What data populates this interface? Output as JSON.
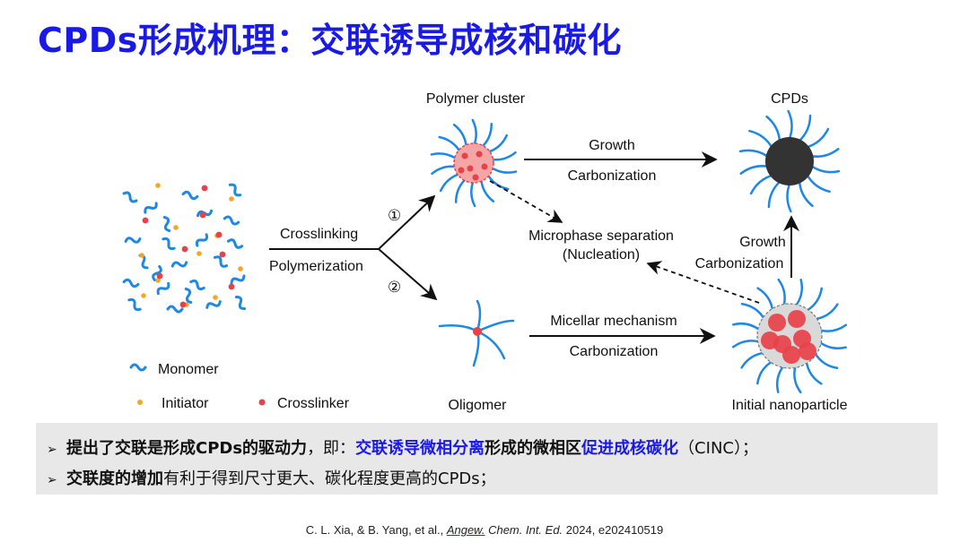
{
  "title": "CPDs形成机理：交联诱导成核和碳化",
  "diagram": {
    "labels": {
      "polymer_cluster": "Polymer cluster",
      "cpds": "CPDs",
      "growth_top": "Growth",
      "carbonization_top": "Carbonization",
      "crosslinking": "Crosslinking",
      "polymerization": "Polymerization",
      "route1": "①",
      "route2": "②",
      "microphase_line1": "Microphase separation",
      "microphase_line2": "(Nucleation)",
      "growth_right": "Growth",
      "carbonization_right": "Carbonization",
      "micellar": "Micellar mechanism",
      "carbonization_bottom": "Carbonization",
      "oligomer": "Oligomer",
      "initial_nanoparticle": "Initial nanoparticle"
    },
    "legend": {
      "monomer": "Monomer",
      "initiator": "Initiator",
      "crosslinker": "Crosslinker"
    },
    "colors": {
      "chain": "#1e88e5",
      "initiator": "#f5a623",
      "crosslinker": "#e8414a",
      "core_dark": "#333333",
      "cluster_fill": "#f4a6a6",
      "nanoparticle_shell": "#d9d9d9"
    }
  },
  "bullets": {
    "b1": {
      "marker": "➢",
      "part1": "提出了交联是形成CPDs的驱动力",
      "part2": "，即：",
      "part3": "交联诱导微相分离",
      "part4": "形成的微相区",
      "part5": "促进成核碳化",
      "part6": "（CINC）；"
    },
    "b2": {
      "marker": "➢",
      "part1": "交联度的增加",
      "part2": "有利于得到尺寸更大、碳化程度更高的CPDs；"
    }
  },
  "citation": {
    "authors": "C. L. Xia, & B. Yang, et al., ",
    "journal_a": "Angew.",
    "journal_b": " Chem. Int. Ed.",
    "details": " 2024, e202410519"
  }
}
